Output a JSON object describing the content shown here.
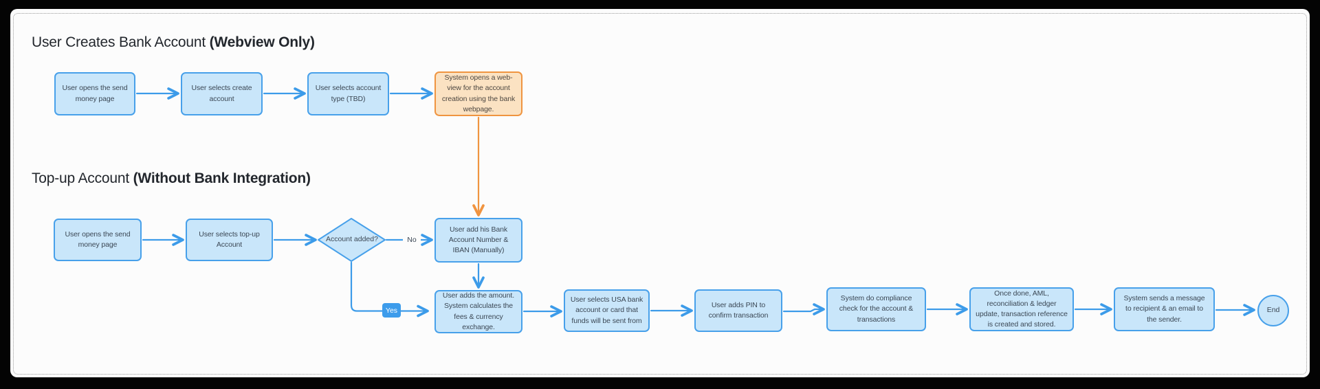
{
  "sections": [
    {
      "title_main": "User Creates Bank Account ",
      "title_bold": "(Webview Only)"
    },
    {
      "title_main": "Top-up Account ",
      "title_bold": "(Without Bank Integration)"
    }
  ],
  "nodes": {
    "a1": "User opens the send money page",
    "a2": "User selects create account",
    "a3": "User selects account type (TBD)",
    "a4": "System opens a web-view for the account creation using the bank webpage.",
    "b1": "User opens the send money page",
    "b2": "User selects top-up Account",
    "b3": "Account added?",
    "b4": "User add his Bank Account Number & IBAN (Manually)",
    "c1": "User adds the amount. System calculates the fees & currency exchange.",
    "c2": "User selects USA bank account or card that funds will be sent from",
    "c3": "User adds PIN to confirm transaction",
    "c4": "System do compliance check for the account & transactions",
    "c5": "Once done, AML, reconciliation & ledger update, transaction reference is created and stored.",
    "c6": "System sends a message to recipient & an email to the sender.",
    "end": "End"
  },
  "edge_labels": {
    "no": "No",
    "yes": "Yes"
  },
  "colors": {
    "canvas": "#fcfcfc",
    "frame": "#040404",
    "node_fill": "#c9e6fa",
    "node_border": "#47a0ea",
    "accent_fill": "#fbe2c2",
    "accent_border": "#ef9440",
    "arrow_blue": "#3c9be9",
    "arrow_orange": "#f09440",
    "yes_badge": "#3d9ceb"
  }
}
